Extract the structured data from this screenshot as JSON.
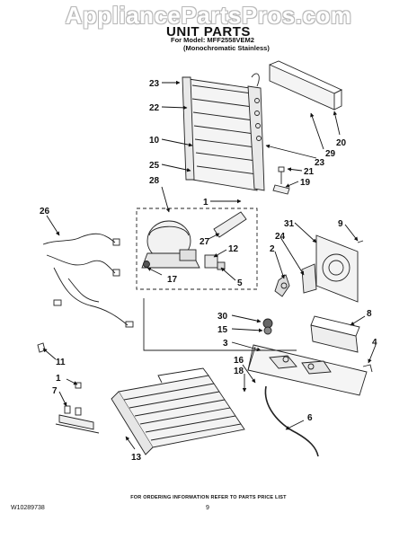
{
  "header": {
    "watermark": "AppliancePartsPros.com",
    "title": "UNIT PARTS",
    "model_line": "For Model: MFF2558VEM2",
    "variant_line": "(Monochromatic Stainless)"
  },
  "callouts": [
    "23",
    "22",
    "10",
    "25",
    "28",
    "1",
    "26",
    "27",
    "12",
    "17",
    "5",
    "20",
    "29",
    "23",
    "21",
    "19",
    "9",
    "31",
    "24",
    "2",
    "30",
    "15",
    "3",
    "8",
    "4",
    "16",
    "18",
    "11",
    "1",
    "7",
    "6",
    "13"
  ],
  "footer": {
    "ordering_note": "FOR ORDERING INFORMATION REFER TO PARTS PRICE LIST",
    "doc_number": "W10289738",
    "page_number": "9"
  }
}
